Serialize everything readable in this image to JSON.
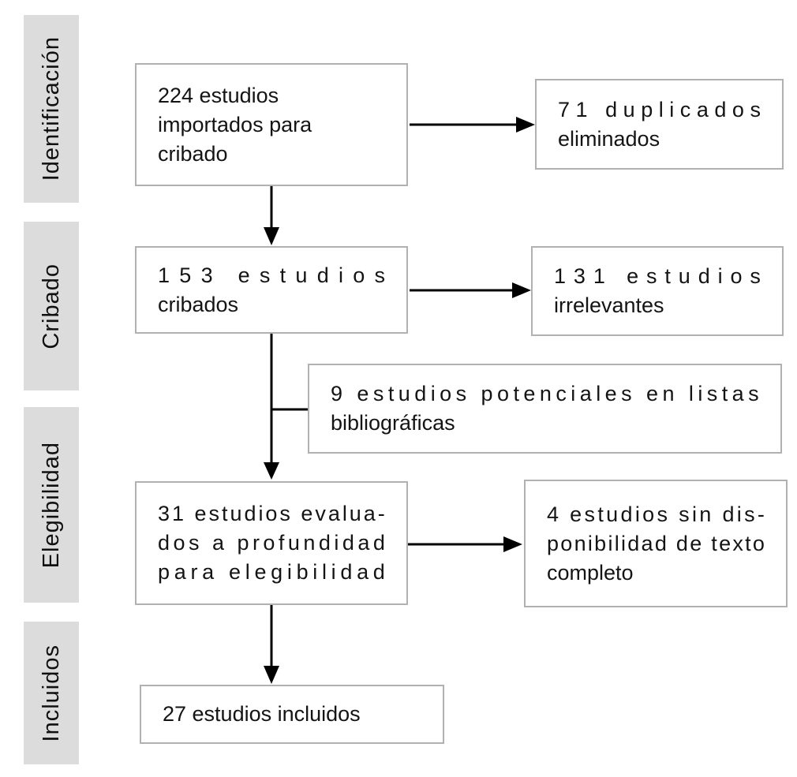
{
  "diagram": {
    "stages": [
      {
        "label": "Identificación"
      },
      {
        "label": "Cribado"
      },
      {
        "label": "Elegibilidad"
      },
      {
        "label": "Incluidos"
      }
    ],
    "boxes": {
      "imported": {
        "count": 224,
        "lines": [
          {
            "t": "224 estudios",
            "j": false
          },
          {
            "t": "importados para",
            "j": false
          },
          {
            "t": "cribado",
            "j": false
          }
        ]
      },
      "duplicates": {
        "count": 71,
        "lines": [
          {
            "t": "71 duplicados",
            "j": true
          },
          {
            "t": "eliminados",
            "j": false
          }
        ]
      },
      "screened": {
        "count": 153,
        "lines": [
          {
            "t": "153 estudios",
            "j": true
          },
          {
            "t": "cribados",
            "j": false
          }
        ]
      },
      "irrelevant": {
        "count": 131,
        "lines": [
          {
            "t": "131 estudios",
            "j": true
          },
          {
            "t": "irrelevantes",
            "j": false
          }
        ]
      },
      "reference_lists": {
        "count": 9,
        "lines": [
          {
            "t": "9 estudios potenciales en listas",
            "j": true
          },
          {
            "t": "bibliográficas",
            "j": false
          }
        ]
      },
      "eligibility": {
        "count": 31,
        "lines": [
          {
            "t": "31 estudios evalua-",
            "j": true
          },
          {
            "t": "dos a profundidad",
            "j": true
          },
          {
            "t": "para elegibilidad",
            "j": true
          }
        ]
      },
      "no_fulltext": {
        "count": 4,
        "lines": [
          {
            "t": "4 estudios sin dis-",
            "j": true
          },
          {
            "t": "ponibilidad de texto",
            "j": true
          },
          {
            "t": "completo",
            "j": false
          }
        ]
      },
      "included": {
        "count": 27,
        "lines": [
          {
            "t": "27 estudios incluidos",
            "j": false
          }
        ]
      }
    },
    "colors": {
      "band_fill": "#dcdcdc",
      "box_border": "#b1b1b1",
      "box_fill": "#ffffff",
      "text": "#141414",
      "arrow": "#000000",
      "background": "#ffffff"
    }
  }
}
